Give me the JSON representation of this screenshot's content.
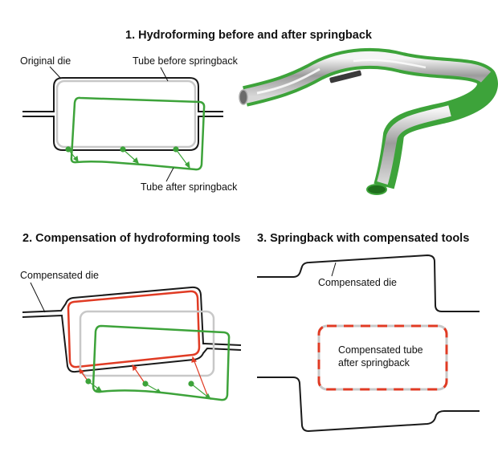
{
  "section1": {
    "title": "1. Hydroforming before and after springback",
    "label_original_die": "Original die",
    "label_tube_before": "Tube before springback",
    "label_tube_after": "Tube after springback"
  },
  "section2": {
    "title": "2. Compensation of hydroforming tools",
    "label_compensated_die": "Compensated die"
  },
  "section3": {
    "title": "3. Springback with compensated tools",
    "label_compensated_die": "Compensated die",
    "label_compensated_tube_line1": "Compensated tube",
    "label_compensated_tube_line2": "after springback"
  },
  "colors": {
    "die": "#1a1a1a",
    "tube_before": "#c8c8c8",
    "tube_after": "#3da33a",
    "compensated": "#e03b24"
  }
}
